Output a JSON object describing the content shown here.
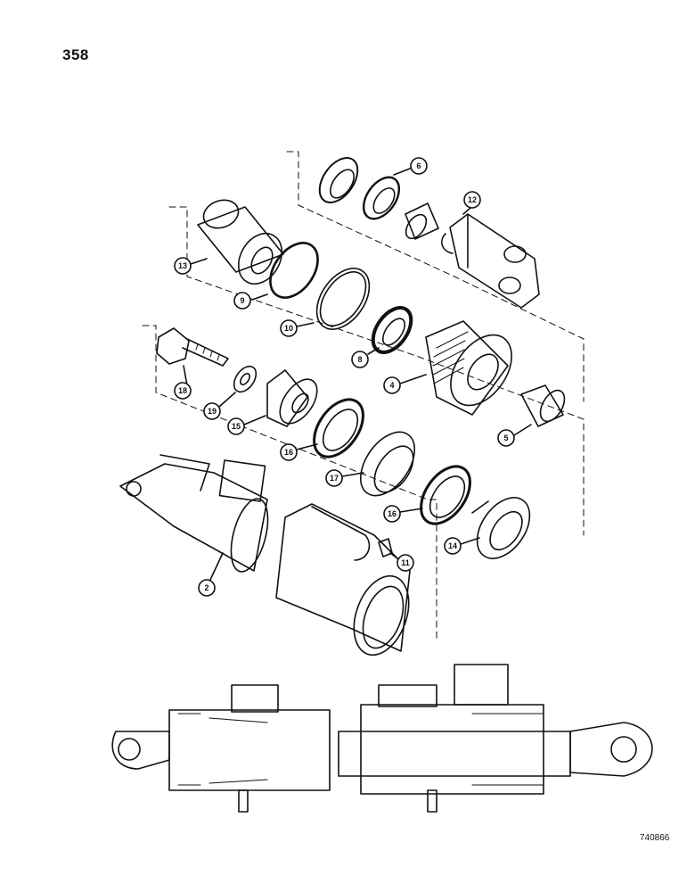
{
  "page_number": "358",
  "drawing_id": "740866",
  "callouts": [
    {
      "id": "c6",
      "label": "6"
    },
    {
      "id": "c12",
      "label": "12"
    },
    {
      "id": "c13",
      "label": "13"
    },
    {
      "id": "c9",
      "label": "9"
    },
    {
      "id": "c10",
      "label": "10"
    },
    {
      "id": "c8",
      "label": "8"
    },
    {
      "id": "c4",
      "label": "4"
    },
    {
      "id": "c5",
      "label": "5"
    },
    {
      "id": "c18",
      "label": "18"
    },
    {
      "id": "c19",
      "label": "19"
    },
    {
      "id": "c15",
      "label": "15"
    },
    {
      "id": "c16a",
      "label": "16"
    },
    {
      "id": "c17",
      "label": "17"
    },
    {
      "id": "c16b",
      "label": "16"
    },
    {
      "id": "c14",
      "label": "14"
    },
    {
      "id": "c11",
      "label": "11"
    },
    {
      "id": "c2",
      "label": "2"
    }
  ]
}
